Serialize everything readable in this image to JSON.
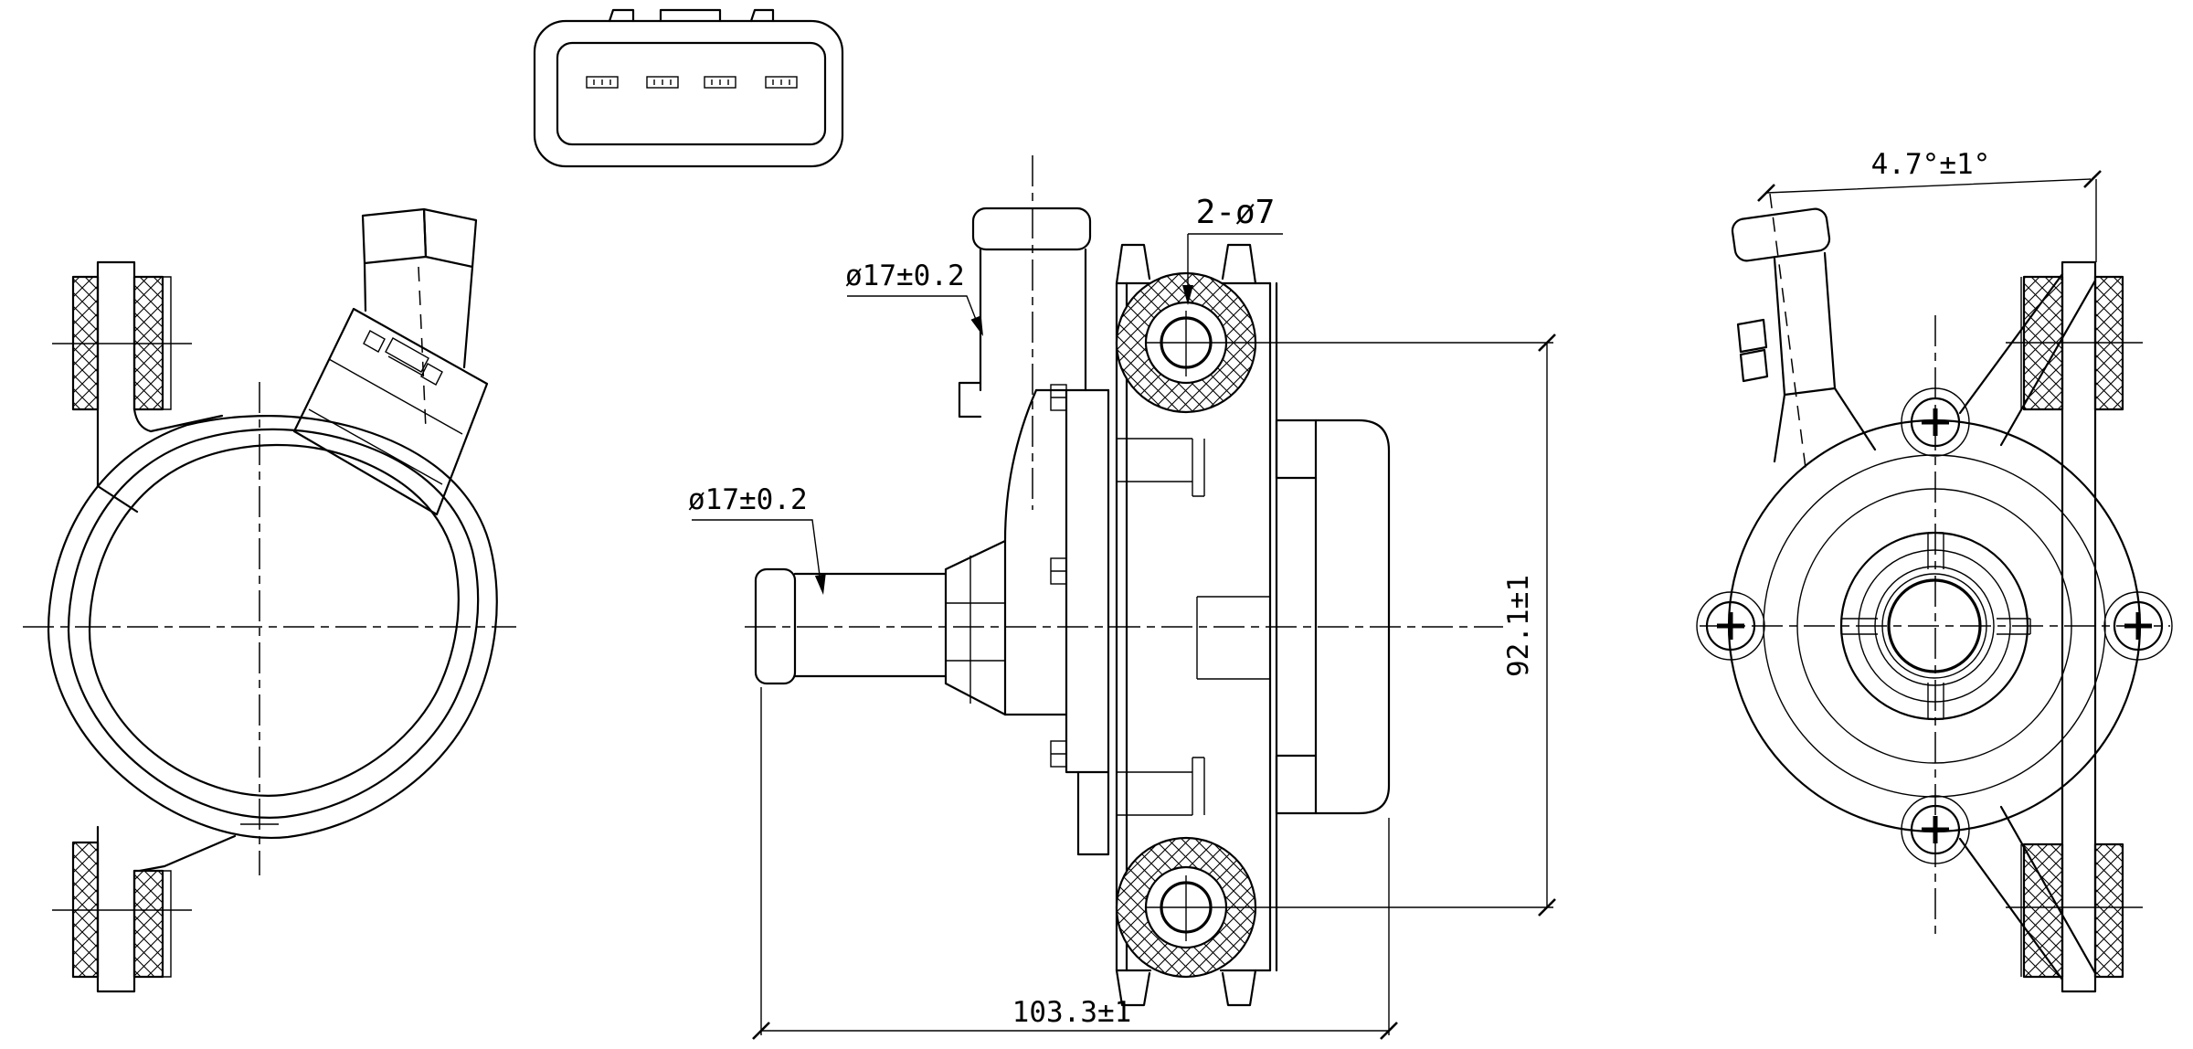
{
  "sheet": {
    "background": "#ffffff",
    "line_color": "#000000"
  },
  "labels": {
    "outlet_diameter": "ø17±0.2",
    "inlet_diameter": "ø17±0.2",
    "mounting_holes": "2-ø7",
    "mounting_hole_spacing": "92.1±1",
    "overall_width": "103.3±1",
    "outlet_angle": "4.7°±1°"
  }
}
